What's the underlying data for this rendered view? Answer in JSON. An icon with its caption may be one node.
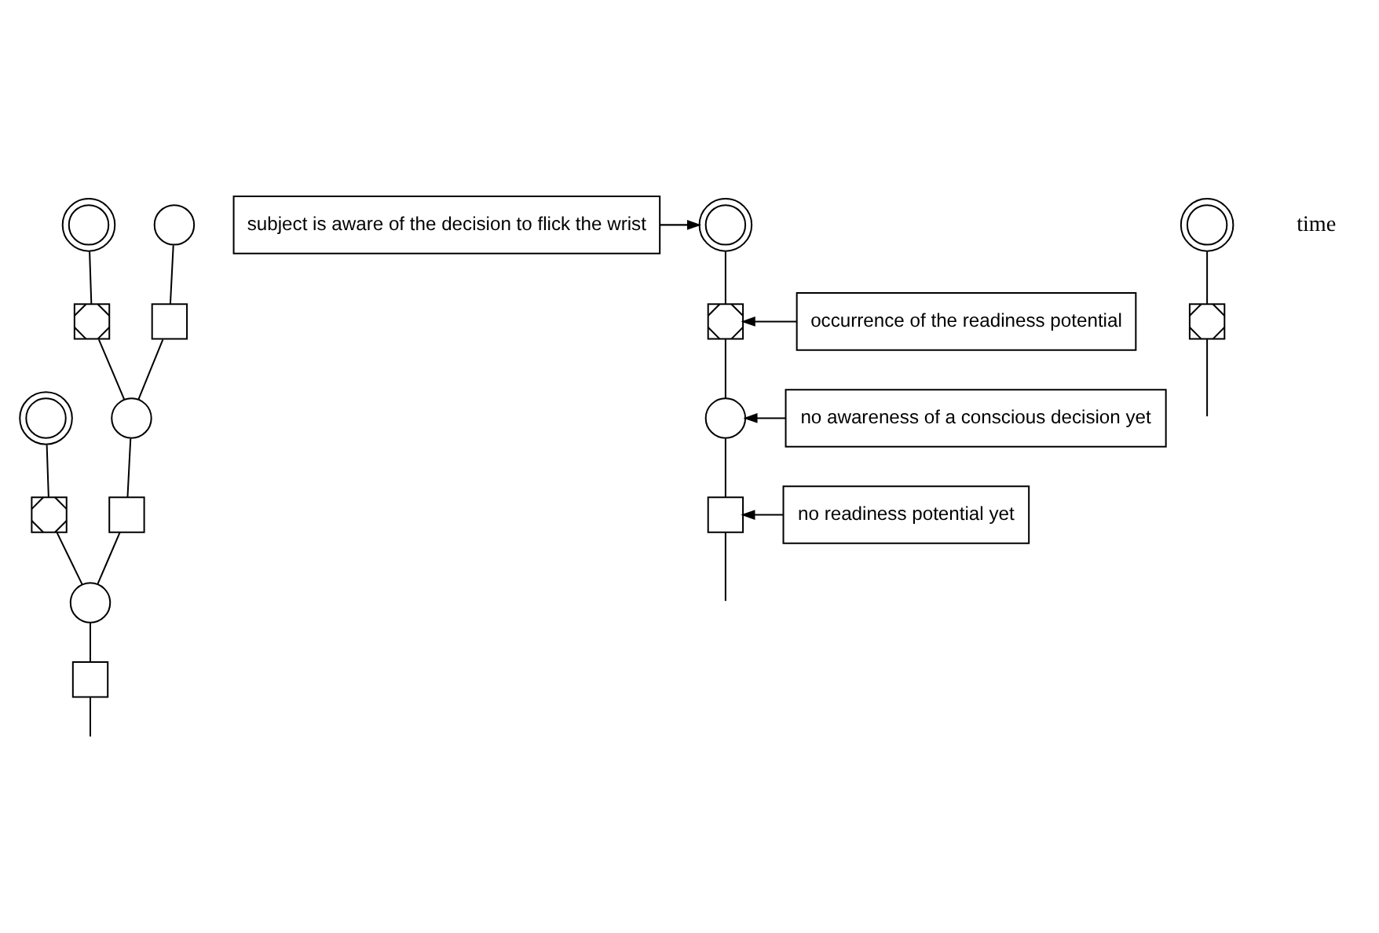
{
  "diagram": {
    "nodes": [
      {
        "text": [],
        "shape": "circle"
      },
      {
        "text": [],
        "shape": "circle"
      },
      {
        "text": [],
        "shape": "box"
      },
      {
        "text": [],
        "shape": "box"
      },
      {
        "text": [
          "subject is aware of the decision to flick the wrist"
        ]
      },
      {
        "text": [],
        "shape": "circle"
      },
      {
        "text": [],
        "shape": "circle"
      },
      {
        "text": [],
        "shape": "circle"
      },
      {
        "text": [
          "occurrence of the readiness potential"
        ]
      },
      {
        "text": [],
        "shape": "box"
      },
      {
        "text": [],
        "shape": "box"
      },
      {
        "text": [],
        "shape": "box"
      },
      {
        "text": [],
        "shape": "circle"
      },
      {
        "text": [
          "no awareness of a conscious decision yet"
        ]
      },
      {
        "text": [],
        "shape": "circle"
      },
      {
        "text": [],
        "shape": "circle"
      },
      {
        "text": [],
        "shape": "box"
      },
      {
        "text": [],
        "shape": "box"
      },
      {
        "text": [],
        "shape": "box"
      },
      {
        "text": [
          "no readiness potential yet"
        ]
      }
    ],
    "edges": [
      {
        "from": null,
        "to": 16,
        "arrow": "none"
      },
      {
        "from": null,
        "to": 17,
        "arrow": "none"
      },
      {
        "from": 16,
        "to": 14,
        "arrow": "none"
      },
      {
        "from": 17,
        "to": 12,
        "arrow": "none"
      },
      {
        "from": 14,
        "to": 10,
        "arrow": "none"
      },
      {
        "from": 14,
        "to": 9,
        "arrow": "none"
      },
      {
        "from": 10,
        "to": 7,
        "arrow": "none"
      },
      {
        "from": 9,
        "to": 5,
        "arrow": "none"
      },
      {
        "from": 7,
        "to": 3,
        "arrow": "none"
      },
      {
        "from": 7,
        "to": 2,
        "arrow": "none"
      },
      {
        "from": 3,
        "to": 1,
        "arrow": "none"
      },
      {
        "from": 2,
        "to": 0,
        "arrow": "none"
      },
      {
        "from": null,
        "to": 18,
        "arrow": "none"
      },
      {
        "from": 18,
        "to": 15,
        "arrow": "none"
      },
      {
        "from": 15,
        "to": 11,
        "arrow": "none"
      },
      {
        "from": 11,
        "to": 6,
        "arrow": "none"
      },
      {
        "from": 4,
        "to": 6,
        "arrow": "to"
      },
      {
        "from": 8,
        "to": 11,
        "arrow": "to"
      },
      {
        "from": 13,
        "to": 15,
        "arrow": "to"
      },
      {
        "from": 19,
        "to": 18,
        "arrow": "to"
      }
    ],
    "labels": [
      "time"
    ]
  }
}
